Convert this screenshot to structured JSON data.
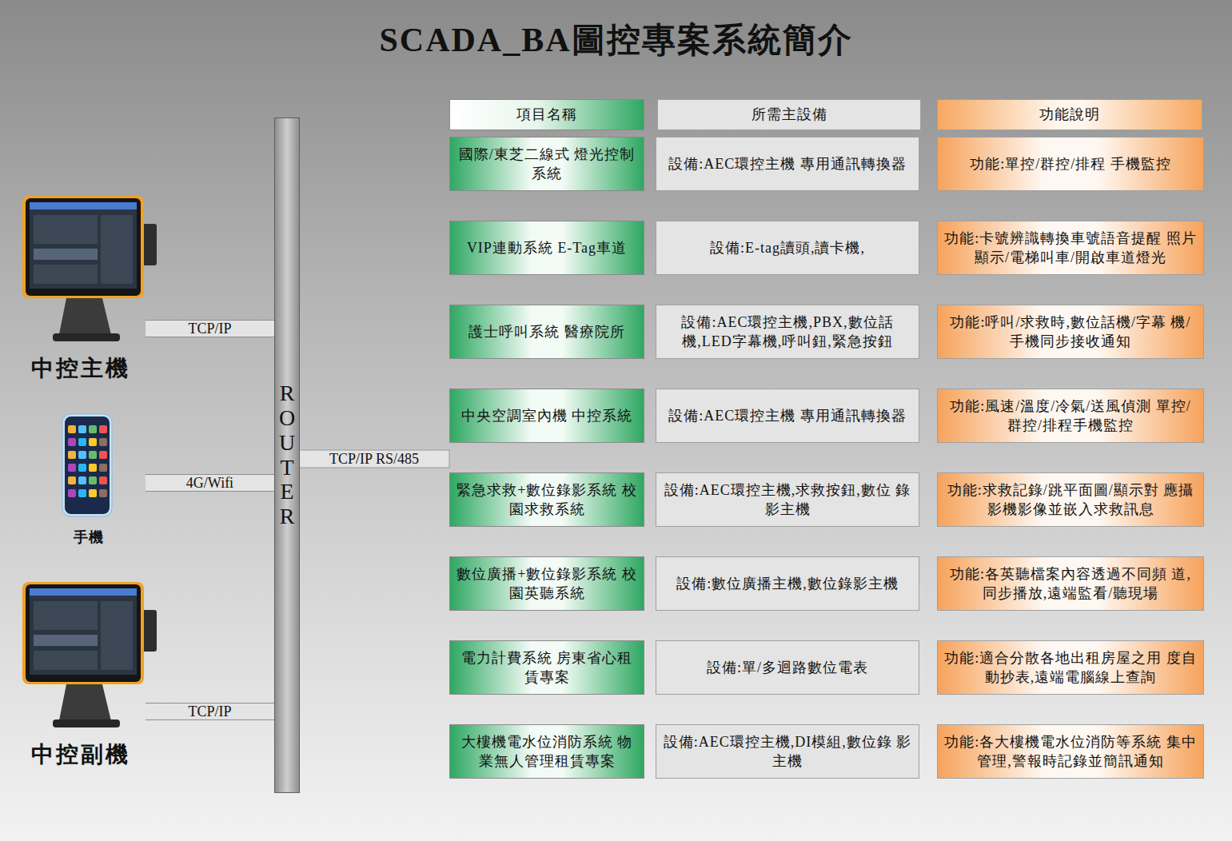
{
  "diagram": {
    "title": "SCADA_BA圖控專案系統簡介",
    "nodes": [
      {
        "text": [
          "中控主機"
        ]
      },
      {
        "text": [
          "手機"
        ]
      },
      {
        "text": [
          "中控副機"
        ]
      },
      {
        "text": [
          "ROUTER"
        ]
      },
      {
        "text": [
          "項目名稱"
        ]
      },
      {
        "text": [
          "所需主設備"
        ]
      },
      {
        "text": [
          "功能說明"
        ]
      },
      {
        "text": [
          "國際/東芝二線式 燈光控制系統"
        ]
      },
      {
        "text": [
          "設備:AEC環控主機 專用通訊轉換器"
        ]
      },
      {
        "text": [
          "功能:單控/群控/排程 手機監控"
        ]
      },
      {
        "text": [
          "VIP連動系統 E-Tag車道"
        ]
      },
      {
        "text": [
          "設備:E-tag讀頭,讀卡機,"
        ]
      },
      {
        "text": [
          "功能:卡號辨識轉換車號語音提醒 照片顯示/電梯叫車/開啟車道燈光"
        ]
      },
      {
        "text": [
          "護士呼叫系統 醫療院所"
        ]
      },
      {
        "text": [
          "設備:AEC環控主機,PBX,數位話 機,LED字幕機,呼叫鈕,緊急按鈕"
        ]
      },
      {
        "text": [
          "功能:呼叫/求救時,數位話機/字幕 機/手機同步接收通知"
        ]
      },
      {
        "text": [
          "中央空調室內機 中控系統"
        ]
      },
      {
        "text": [
          "設備:AEC環控主機 專用通訊轉換器"
        ]
      },
      {
        "text": [
          "功能:風速/溫度/冷氣/送風偵測 單控/群控/排程手機監控"
        ]
      },
      {
        "text": [
          "緊急求救+數位錄影系統 校園求救系統"
        ]
      },
      {
        "text": [
          "設備:AEC環控主機,求救按鈕,數位 錄影主機"
        ]
      },
      {
        "text": [
          "功能:求救記錄/跳平面圖/顯示對 應攝影機影像並嵌入求救訊息"
        ]
      },
      {
        "text": [
          "數位廣播+數位錄影系統 校園英聽系統"
        ]
      },
      {
        "text": [
          "設備:數位廣播主機,數位錄影主機"
        ]
      },
      {
        "text": [
          "功能:各英聽檔案內容透過不同頻 道,同步播放,遠端監看/聽現場"
        ]
      },
      {
        "text": [
          "電力計費系統 房東省心租賃專案"
        ]
      },
      {
        "text": [
          "設備:單/多迴路數位電表"
        ]
      },
      {
        "text": [
          "功能:適合分散各地出租房屋之用 度自動抄表,遠端電腦線上查詢"
        ]
      },
      {
        "text": [
          "大樓機電水位消防系統 物業無人管理租賃專案"
        ]
      },
      {
        "text": [
          "設備:AEC環控主機,DI模組,數位錄 影主機"
        ]
      },
      {
        "text": [
          "功能:各大樓機電水位消防等系統 集中管理,警報時記錄並簡訊通知"
        ]
      }
    ],
    "edges": [
      {
        "from": 0,
        "to": 3,
        "label": "TCP/IP",
        "arrow": "none"
      },
      {
        "from": 1,
        "to": 3,
        "label": "4G/Wifi",
        "arrow": "none"
      },
      {
        "from": 2,
        "to": 3,
        "label": "TCP/IP",
        "arrow": "none"
      }
    ],
    "labels": [
      "TCP/IP RS/485"
    ]
  }
}
